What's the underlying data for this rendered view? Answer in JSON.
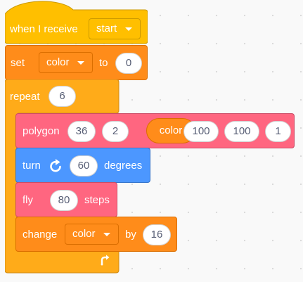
{
  "colors": {
    "events": "#ffbf00",
    "control": "#ffab19",
    "variables": "#ff8c1a",
    "pen": "#ff6680",
    "motion": "#4c97ff"
  },
  "script": {
    "when_receive": {
      "label": "when I receive",
      "message": "start"
    },
    "set_var": {
      "label_set": "set",
      "variable": "color",
      "label_to": "to",
      "value": "0"
    },
    "repeat": {
      "label": "repeat",
      "times": "6",
      "loop_icon": "loop-arrow-icon"
    },
    "polygon": {
      "label": "polygon",
      "args": [
        "36",
        "2"
      ],
      "reporter": "color",
      "args2": [
        "100",
        "100",
        "1"
      ]
    },
    "turn": {
      "label": "turn",
      "icon": "rotate-right-icon",
      "value": "60",
      "label_unit": "degrees"
    },
    "fly": {
      "label": "fly",
      "value": "80",
      "label_unit": "steps"
    },
    "change": {
      "label": "change",
      "variable": "color",
      "label_by": "by",
      "value": "16"
    }
  }
}
